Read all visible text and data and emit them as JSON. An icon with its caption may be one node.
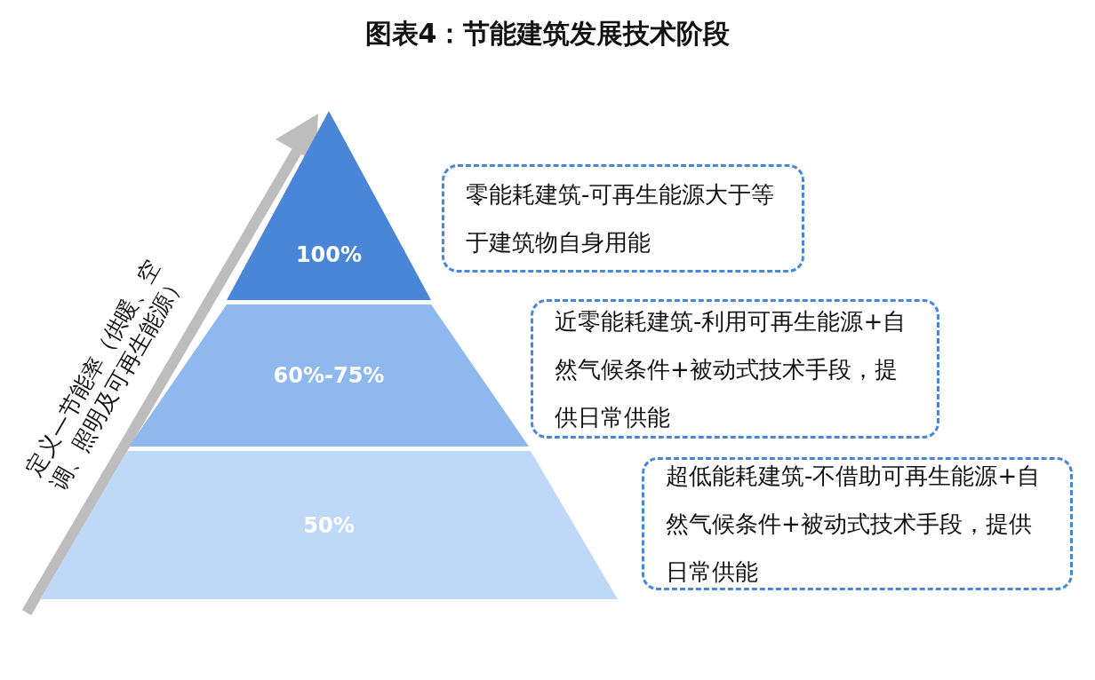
{
  "diagram": {
    "title": "图表4：节能建筑发展技术阶段",
    "nodes": [
      {
        "text": [
          "100%"
        ]
      },
      {
        "text": [
          "60%-75%"
        ]
      },
      {
        "text": [
          "50%"
        ]
      },
      {
        "text": [
          "零能耗建筑-可再生能源大于等于建筑物自身用能"
        ]
      },
      {
        "text": [
          "近零能耗建筑-利用可再生能源+自然气候条件+被动式技术手段，提供日常供能"
        ]
      },
      {
        "text": [
          "超低能耗建筑-不借助可再生能源+自然气候条件+被动式技术手段，提供日常供能"
        ]
      }
    ],
    "labels": [
      "定义—节能率（供暖、空调、照明及可再生能源）"
    ]
  }
}
